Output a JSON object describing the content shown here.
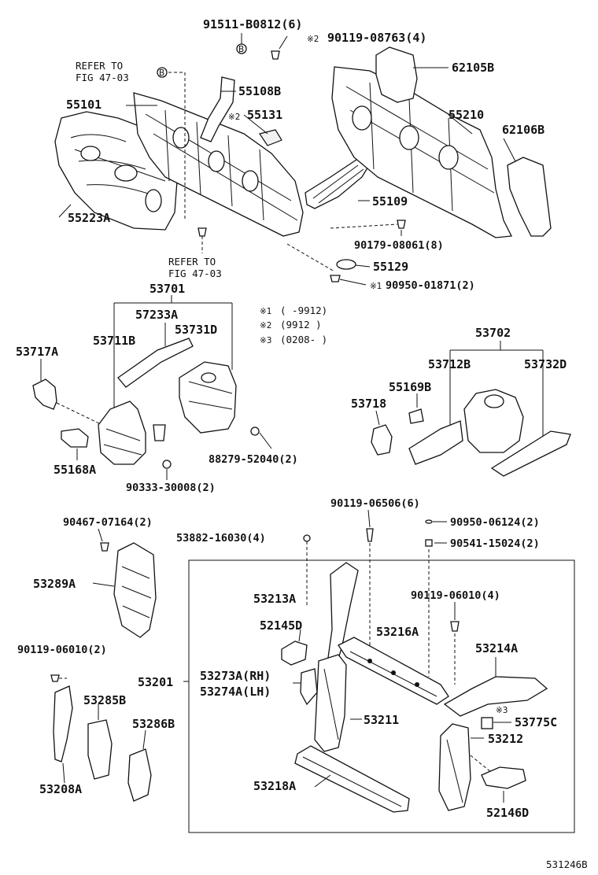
{
  "parts": {
    "p91511": "91511-B0812(6)",
    "p90119_08763": "90119-08763(4)",
    "refer1_a": "REFER TO",
    "refer1_b": "FIG 47-03",
    "p55101": "55101",
    "p55108B": "55108B",
    "p55131": "55131",
    "p62105B": "62105B",
    "p55210": "55210",
    "p62106B": "62106B",
    "p55223A": "55223A",
    "p55109": "55109",
    "p90179": "90179-08061(8)",
    "refer2_a": "REFER TO",
    "refer2_b": "FIG 47-03",
    "p55129": "55129",
    "p90950_01871": "90950-01871(2)",
    "p53701": "53701",
    "p57233A": "57233A",
    "p53731D": "53731D",
    "p53711B": "53711B",
    "p53717A": "53717A",
    "p88279": "88279-52040(2)",
    "p55168A": "55168A",
    "p90333": "90333-30008(2)",
    "p53702": "53702",
    "p53712B": "53712B",
    "p53732D": "53732D",
    "p55169B": "55169B",
    "p53718": "53718",
    "p90119_06506": "90119-06506(6)",
    "p90950_06124": "90950-06124(2)",
    "p90467": "90467-07164(2)",
    "p53882": "53882-16030(4)",
    "p90541": "90541-15024(2)",
    "p53289A": "53289A",
    "p53213A": "53213A",
    "p90119_06010_4": "90119-06010(4)",
    "p52145D": "52145D",
    "p53216A": "53216A",
    "p53214A": "53214A",
    "p90119_06010_2": "90119-06010(2)",
    "p53201": "53201",
    "p53273A": "53273A(RH)",
    "p53274A": "53274A(LH)",
    "p53285B": "53285B",
    "p53775C": "53775C",
    "p53286B": "53286B",
    "p53211": "53211",
    "p53212": "53212",
    "p53208A": "53208A",
    "p53218A": "53218A",
    "p52146D": "52146D"
  },
  "markers": {
    "b": "B",
    "m1": "※1",
    "m2": "※2",
    "m3": "※3"
  },
  "legend": {
    "l1_mark": "※1",
    "l1_text": "(      -9912)",
    "l2_mark": "※2",
    "l2_text": "(9912      )",
    "l3_mark": "※3",
    "l3_text": "(0208-      )"
  },
  "footer": {
    "drawing_id": "531246B"
  }
}
